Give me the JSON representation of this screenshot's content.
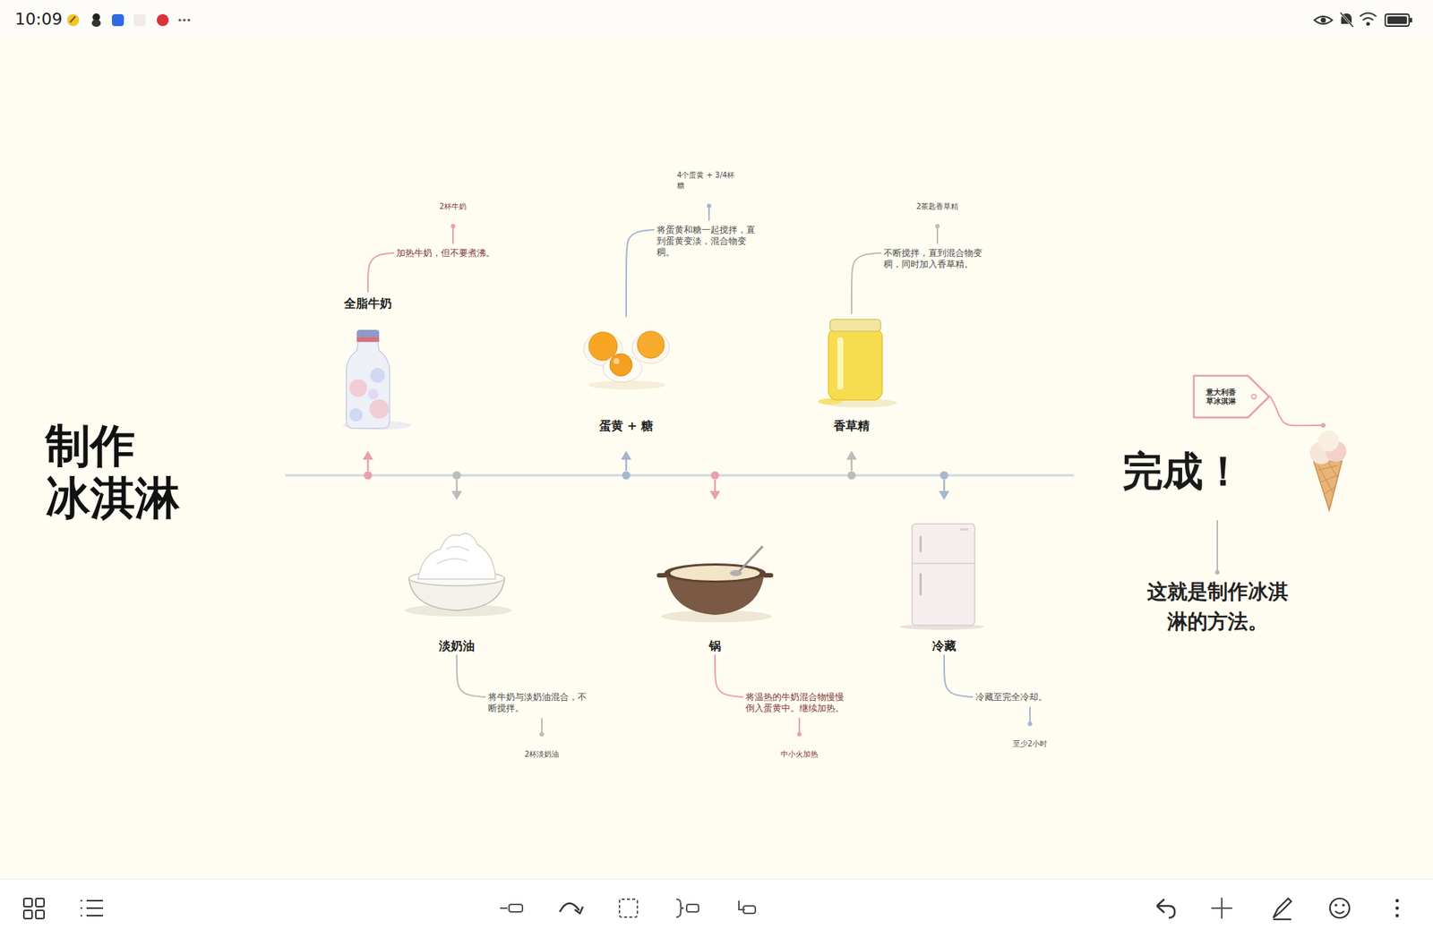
{
  "diagram": {
    "title": "制作 冰淇淋",
    "nodes": [
      {
        "text": [
          "全脂牛奶"
        ]
      },
      {
        "text": [
          "加热牛奶，但不要煮沸。"
        ]
      },
      {
        "text": [
          "2杯牛奶"
        ]
      },
      {
        "text": [
          "淡奶油"
        ]
      },
      {
        "text": [
          "将牛奶与淡奶油混合，不 断搅拌。"
        ]
      },
      {
        "text": [
          "2杯淡奶油"
        ]
      },
      {
        "text": [
          "蛋黄 + 糖"
        ]
      },
      {
        "text": [
          "将蛋黄和糖一起搅拌，直 到蛋黄变淡，混合物变 稠。"
        ]
      },
      {
        "text": [
          "4个蛋黄 + 3/4杯 糖"
        ]
      },
      {
        "text": [
          "锅"
        ]
      },
      {
        "text": [
          "将温热的牛奶混合物慢慢 倒入蛋黄中。继续加热。"
        ]
      },
      {
        "text": [
          "中小火加热"
        ]
      },
      {
        "text": [
          "香草精"
        ]
      },
      {
        "text": [
          "不断搅拌，直到混合物变 稠，同时加入香草精。"
        ]
      },
      {
        "text": [
          "2茶匙香草精"
        ]
      },
      {
        "text": [
          "冷藏"
        ]
      },
      {
        "text": [
          "冷藏至完全冷却。"
        ]
      },
      {
        "text": [
          "至少2小时"
        ]
      },
      {
        "text": [
          "完成！"
        ]
      },
      {
        "text": [
          "这就是制作冰淇 淋的方法。"
        ]
      },
      {
        "text": [
          "意大利香 草冰淇淋"
        ]
      }
    ],
    "edges": [
      {
        "from": 0,
        "to": 1,
        "arrow": "none"
      },
      {
        "from": 1,
        "to": 2,
        "arrow": "none"
      },
      {
        "from": 3,
        "to": 4,
        "arrow": "none"
      },
      {
        "from": 4,
        "to": 5,
        "arrow": "none"
      },
      {
        "from": 6,
        "to": 7,
        "arrow": "none"
      },
      {
        "from": 7,
        "to": 8,
        "arrow": "none"
      },
      {
        "from": 9,
        "to": 10,
        "arrow": "none"
      },
      {
        "from": 10,
        "to": 11,
        "arrow": "none"
      },
      {
        "from": 12,
        "to": 13,
        "arrow": "none"
      },
      {
        "from": 13,
        "to": 14,
        "arrow": "none"
      },
      {
        "from": 15,
        "to": 16,
        "arrow": "none"
      },
      {
        "from": 16,
        "to": 17,
        "arrow": "none"
      },
      {
        "from": 18,
        "to": 19,
        "arrow": "none"
      },
      {
        "from": 20,
        "to": 18,
        "arrow": "none"
      }
    ],
    "labels": [
      "10:09"
    ]
  }
}
